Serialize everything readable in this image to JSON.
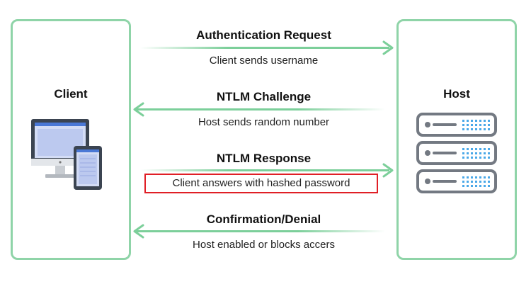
{
  "client": {
    "title": "Client",
    "icon": "desktop-and-phone-icon"
  },
  "host": {
    "title": "Host",
    "icon": "server-rack-icon"
  },
  "flows": [
    {
      "title": "Authentication Request",
      "description": "Client sends username",
      "direction": "client-to-host"
    },
    {
      "title": "NTLM Challenge",
      "description": "Host sends random number",
      "direction": "host-to-client"
    },
    {
      "title": "NTLM Response",
      "description": "Client answers with hashed password",
      "direction": "client-to-host",
      "highlighted": true
    },
    {
      "title": "Confirmation/Denial",
      "description": "Host enabled or blocks accers",
      "direction": "host-to-client"
    }
  ],
  "colors": {
    "box_border": "#8fd4a8",
    "arrow": "#7ccf9a",
    "highlight_border": "#e01f26"
  }
}
